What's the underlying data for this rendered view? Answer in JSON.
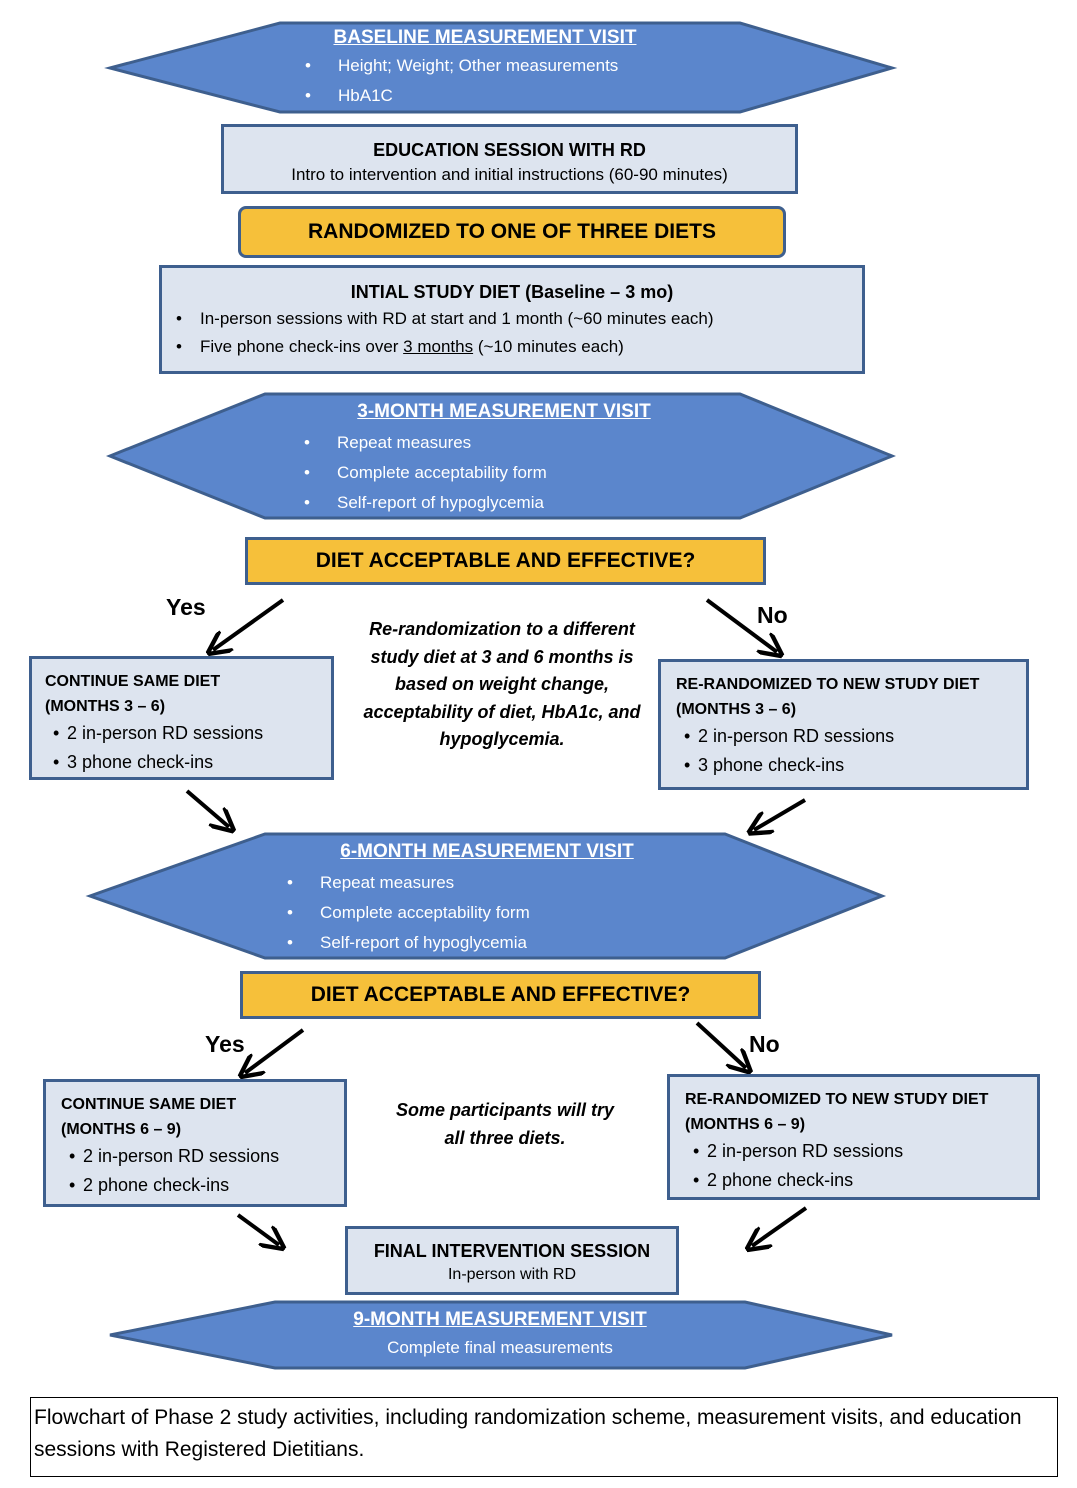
{
  "baseline": {
    "title": "BASELINE MEASUREMENT VISIT",
    "items": [
      "Height; Weight; Other measurements",
      "HbA1C"
    ]
  },
  "education": {
    "title": "EDUCATION SESSION WITH RD",
    "subtitle": "Intro to intervention and initial instructions (60-90 minutes)"
  },
  "randomized": "RANDOMIZED TO ONE OF THREE DIETS",
  "initial_diet": {
    "title": "INTIAL STUDY DIET (Baseline – 3 mo)",
    "item1": "In-person sessions with RD at start and 1 month (~60 minutes each)",
    "item2_pre": "Five phone check-ins over ",
    "item2_underlined": "3 months",
    "item2_post": " (~10 minutes each)"
  },
  "visit3": {
    "title": "3-MONTH MEASUREMENT VISIT",
    "items": [
      "Repeat measures",
      "Complete acceptability form",
      "Self-report of hypoglycemia"
    ]
  },
  "decision1": "DIET ACCEPTABLE AND EFFECTIVE?",
  "yes1": "Yes",
  "no1": "No",
  "note1": "Re-randomization to a different study diet at 3 and 6 months is based on weight change, acceptability of diet, HbA1c, and hypoglycemia.",
  "continue1": {
    "title_line1": "CONTINUE SAME DIET",
    "title_line2": "(MONTHS 3 – 6)",
    "items": [
      "2 in-person RD sessions",
      "3 phone check-ins"
    ]
  },
  "rerand1": {
    "title_line1": "RE-RANDOMIZED TO NEW STUDY DIET",
    "title_line2": "(MONTHS 3 – 6)",
    "items": [
      "2 in-person RD sessions",
      "3 phone check-ins"
    ]
  },
  "visit6": {
    "title": "6-MONTH MEASUREMENT VISIT",
    "items": [
      "Repeat measures",
      "Complete acceptability form",
      "Self-report of hypoglycemia"
    ]
  },
  "decision2": "DIET ACCEPTABLE AND EFFECTIVE?",
  "yes2": "Yes",
  "no2": "No",
  "note2": "Some participants will try all three diets.",
  "continue2": {
    "title_line1": "CONTINUE SAME DIET",
    "title_line2": "(MONTHS 6 – 9)",
    "items": [
      "2 in-person RD sessions",
      "2 phone check-ins"
    ]
  },
  "rerand2": {
    "title_line1": "RE-RANDOMIZED TO NEW STUDY DIET",
    "title_line2": "(MONTHS 6 – 9)",
    "items": [
      "2 in-person RD sessions",
      "2 phone check-ins"
    ]
  },
  "final_session": {
    "title": "FINAL INTERVENTION SESSION",
    "subtitle": "In-person with RD"
  },
  "visit9": {
    "title": "9-MONTH MEASUREMENT VISIT",
    "subtitle": "Complete final measurements"
  },
  "caption": "Flowchart of Phase 2 study activities, including randomization scheme, measurement visits, and education sessions with Registered Dietitians.",
  "colors": {
    "hex_fill": "#5b86cc",
    "hex_border": "#3e5f8e",
    "box_fill": "#dde4ef",
    "decision_fill": "#f6c03a",
    "arrow": "#000000"
  }
}
